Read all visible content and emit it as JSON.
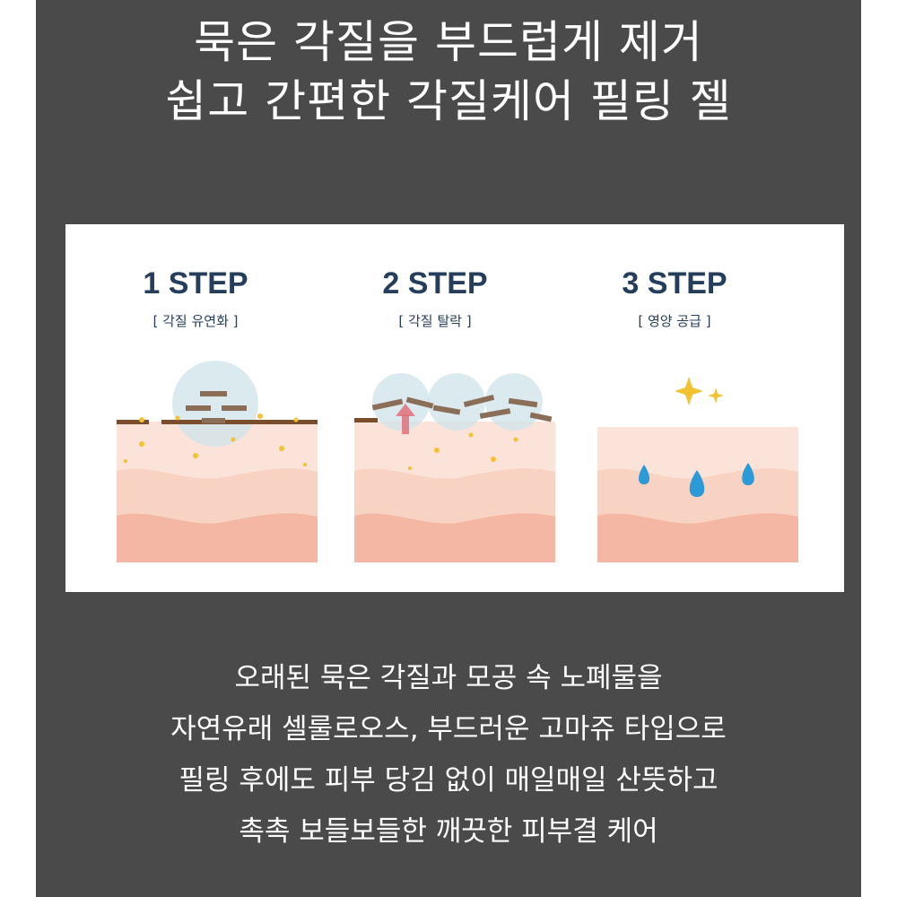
{
  "headline": {
    "line1": "묵은 각질을 부드럽게 제거",
    "line2": "쉽고 간편한 각질케어 필링 젤"
  },
  "steps": [
    {
      "title": "1 STEP",
      "subtitle": "[ 각질 유연화 ]"
    },
    {
      "title": "2 STEP",
      "subtitle": "[ 각질 탈락 ]"
    },
    {
      "title": "3 STEP",
      "subtitle": "[ 영양 공급 ]"
    }
  ],
  "description": {
    "line1": "오래된 묵은 각질과 모공 속 노폐물을",
    "line2": "자연유래 셀룰로오스, 부드러운 고마쥬 타입으로",
    "line3": "필링 후에도 피부 당김 없이 매일매일 산뜻하고",
    "line4": "촉촉 보들보들한 깨끗한 피부결 케어"
  },
  "colors": {
    "background": "#4a4a4a",
    "step_title": "#243e5c",
    "skin_top": "#fbe3d9",
    "skin_mid": "#f8d2c2",
    "skin_bottom": "#f4b7a3",
    "dead_skin": "#8b6e58",
    "water_drop": "#2d9ad8",
    "sparkle": "#f2c230",
    "arrow": "#e0707a"
  }
}
